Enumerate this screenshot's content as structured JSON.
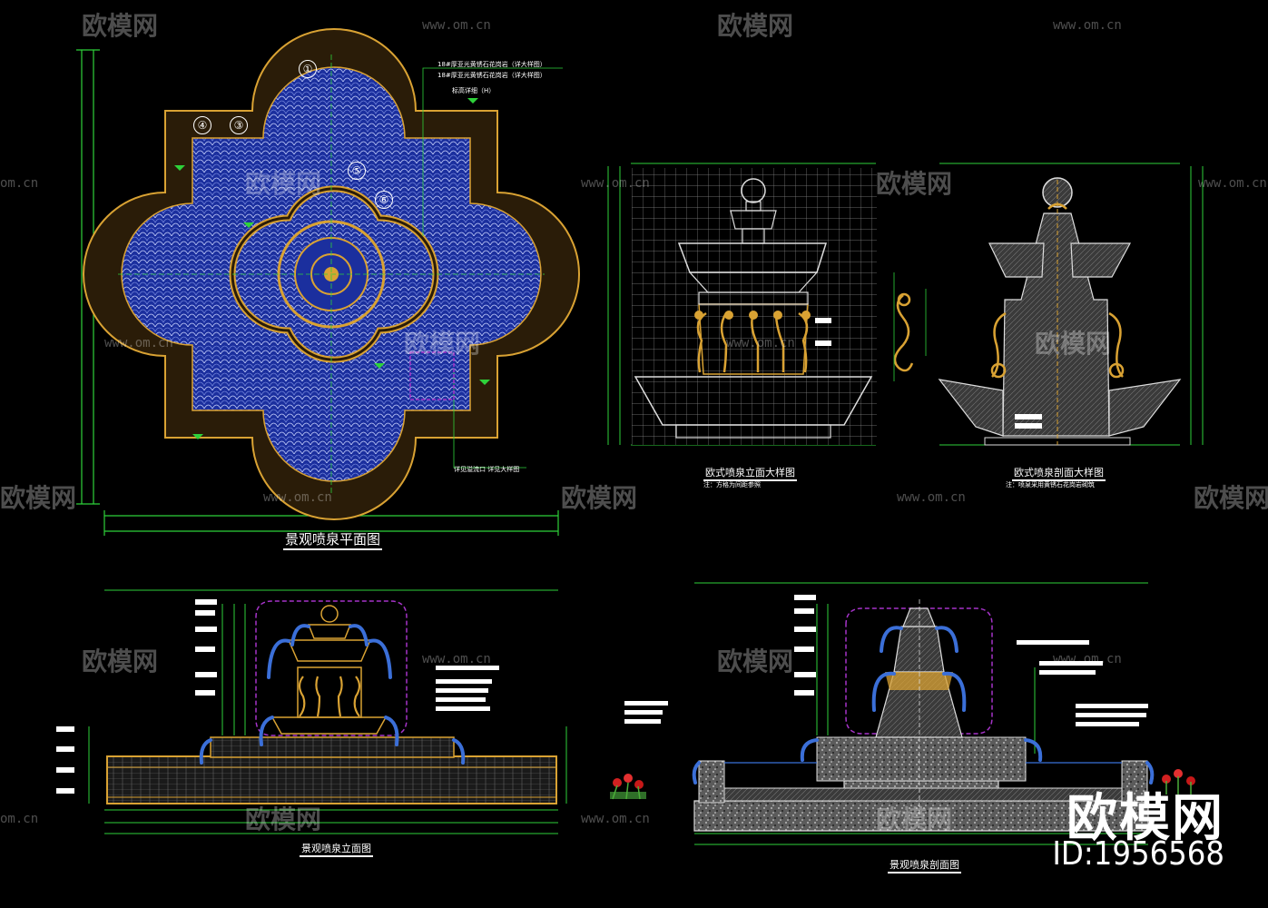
{
  "watermarks": {
    "logo_text": "欧模网",
    "url_text": "www.om.cn",
    "url_text_short": "om.cn"
  },
  "plan": {
    "title": "景观喷泉平面图",
    "markers": [
      "①",
      "③",
      "④",
      "⑤",
      "⑥"
    ],
    "note_1": "18#厚亚光黄锈石花岗岩（详大样图）",
    "note_2": "18#厚亚光黄锈石花岗岩（详大样图）",
    "note_3": "标高详细（H）",
    "note_4": "详见溢流口 详见大样图"
  },
  "fountain_elevation_detail": {
    "title": "欧式喷泉立面大样图",
    "subtitle": "注：方格为间距参照"
  },
  "fountain_section_detail": {
    "title": "欧式喷泉剖面大样图",
    "subtitle": "注：喷泉采用黄锈石花岗岩砌筑"
  },
  "elevation": {
    "title": "景观喷泉立面图"
  },
  "section": {
    "title": "景观喷泉剖面图"
  },
  "brand": {
    "name": "欧模网",
    "id": "ID:1956568"
  },
  "colors": {
    "background": "#000000",
    "water": "#1b2f9e",
    "outline": "#d9a233",
    "dimension": "#2ed13a",
    "annotation": "#ffffff",
    "accent_purple": "#a533c8",
    "jet_blue": "#3b6fd8"
  }
}
